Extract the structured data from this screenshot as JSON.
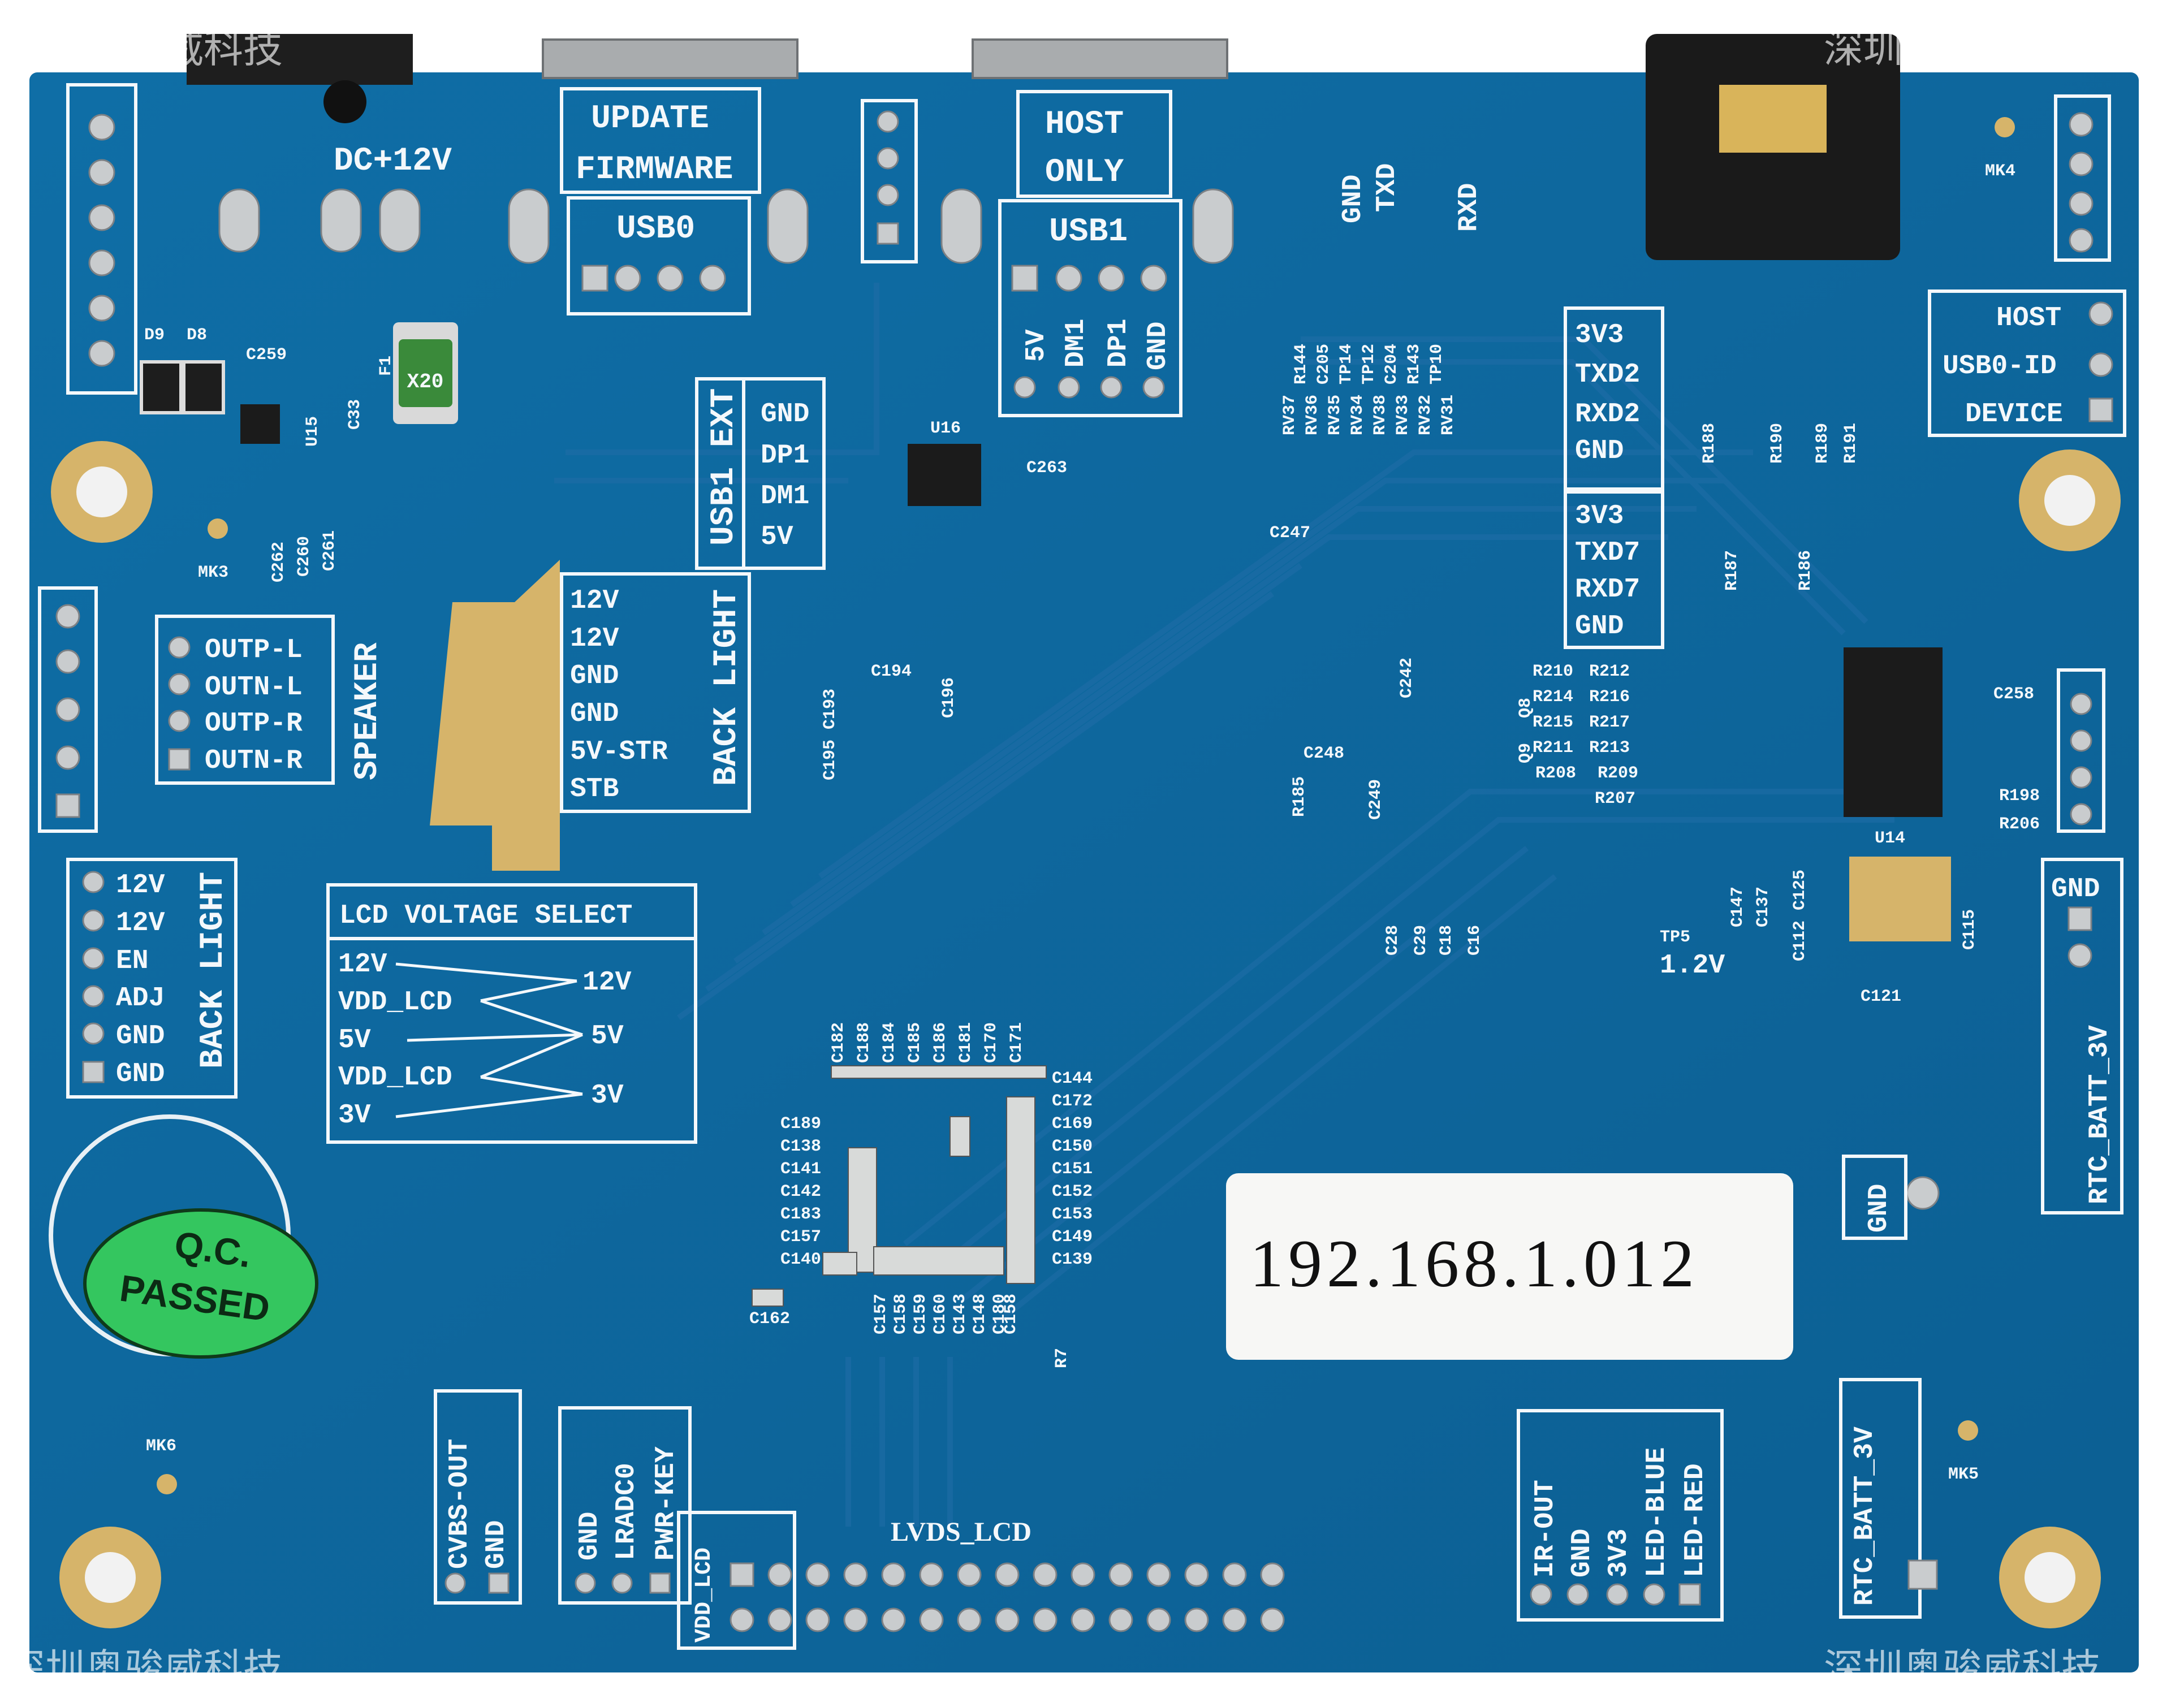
{
  "watermarks": [
    "深圳奥骏威科技",
    "深圳奥骏威科技",
    "深圳奥骏威科技",
    "深圳奥骏威科技"
  ],
  "ip_label": "192.168.1.012",
  "sticker": {
    "line1": "Q.C.",
    "line2": "PASSED"
  },
  "power": {
    "dc_label": "DC+12V",
    "fuse_label": "X20"
  },
  "usb0": {
    "box_line1": "UPDATE",
    "box_line2": "FIRMWARE",
    "label": "USB0"
  },
  "usb1": {
    "box_line1": "HOST",
    "box_line2": "ONLY",
    "label": "USB1",
    "pins": [
      "5V",
      "DM1",
      "DP1",
      "GND"
    ]
  },
  "usb1_ext": {
    "title": "USB1 EXT",
    "pins": [
      "GND",
      "DP1",
      "DM1",
      "5V"
    ]
  },
  "uart_top": [
    "GND",
    "TXD",
    "RXD"
  ],
  "uart2": [
    "3V3",
    "TXD2",
    "RXD2",
    "GND"
  ],
  "uart7": [
    "3V3",
    "TXD7",
    "RXD7",
    "GND"
  ],
  "usb_mode": [
    "HOST",
    "USB0-ID",
    "DEVICE"
  ],
  "speaker": {
    "title": "SPEAKER",
    "pins": [
      "OUTP-L",
      "OUTN-L",
      "OUTP-R",
      "OUTN-R"
    ]
  },
  "backlight_mid": {
    "title": "BACK LIGHT",
    "pins": [
      "12V",
      "12V",
      "GND",
      "GND",
      "5V-STR",
      "STB"
    ]
  },
  "backlight_left": {
    "title": "BACK LIGHT",
    "pins": [
      "12V",
      "12V",
      "EN",
      "ADJ",
      "GND",
      "GND"
    ]
  },
  "lcd_voltage": {
    "title": "LCD VOLTAGE SELECT",
    "inputs": [
      "12V",
      "VDD_LCD",
      "5V",
      "VDD_LCD",
      "3V"
    ],
    "outputs": [
      "12V",
      "5V",
      "3V"
    ]
  },
  "rtc": {
    "gnd": "GND",
    "label": "RTC_BATT_3V",
    "gnd2": "GND",
    "label2": "RTC_BATT_3V"
  },
  "tp5": {
    "name": "TP5",
    "value": "1.2V"
  },
  "bottom_headers": {
    "cvbs": [
      "CVBS-OUT",
      "GND"
    ],
    "keys": [
      "GND",
      "LRADC0",
      "PWR-KEY"
    ],
    "vdd": "VDD_LCD",
    "lvds": "LVDS_LCD",
    "ir": [
      "IR-OUT",
      "GND",
      "3V3",
      "LED-BLUE",
      "LED-RED"
    ]
  },
  "markers": [
    "MK3",
    "MK4",
    "MK5",
    "MK6"
  ],
  "components": {
    "d9": "D9",
    "d8": "D8",
    "c259": "C259",
    "f1": "F1",
    "u15": "U15",
    "c33": "C33",
    "c262": "C262",
    "c260": "C260",
    "c261": "C261",
    "u16": "U16",
    "c263": "C263",
    "c247": "C247",
    "c194": "C194",
    "c196": "C196",
    "c193": "C193",
    "c195": "C195",
    "c248": "C248",
    "c249": "C249",
    "r185": "R185",
    "c242": "C242",
    "u14": "U14",
    "c258": "C258",
    "r198": "R198",
    "r206": "R206",
    "c147": "C147",
    "c137": "C137",
    "c125": "C125",
    "c112": "C112",
    "c115": "C115",
    "c121": "C121",
    "c28": "C28",
    "c29": "C29",
    "c18": "C18",
    "c16": "C16",
    "r187": "R187",
    "r186": "R186",
    "r188": "R188",
    "r190": "R190",
    "r189": "R189",
    "r191": "R191",
    "q8": "Q8",
    "q9": "Q9",
    "r7": "R7",
    "c162": "C162",
    "c158": "C158"
  },
  "res_labels": [
    "R210",
    "R212",
    "R214",
    "R216",
    "R215",
    "R217",
    "R211",
    "R213",
    "R208",
    "R209",
    "R207"
  ],
  "rv_labels": [
    "RV37",
    "R144",
    "RV36",
    "C205",
    "RV35",
    "TP14",
    "RV34",
    "TP12",
    "RV38",
    "C204",
    "RV33",
    "R143",
    "RV32",
    "TP10",
    "RV31"
  ],
  "cap_top": [
    "C182",
    "C188",
    "C184",
    "C185",
    "C186",
    "C181",
    "C170",
    "C171"
  ],
  "cap_left": [
    "C189",
    "C138",
    "C141",
    "C142",
    "C183",
    "C157",
    "C140"
  ],
  "cap_right": [
    "C144",
    "C172",
    "C169",
    "C150",
    "C151",
    "C152",
    "C153",
    "C149",
    "C139"
  ],
  "cap_bottom": [
    "C157",
    "C158",
    "C159",
    "C160",
    "C143",
    "C148",
    "C180"
  ]
}
